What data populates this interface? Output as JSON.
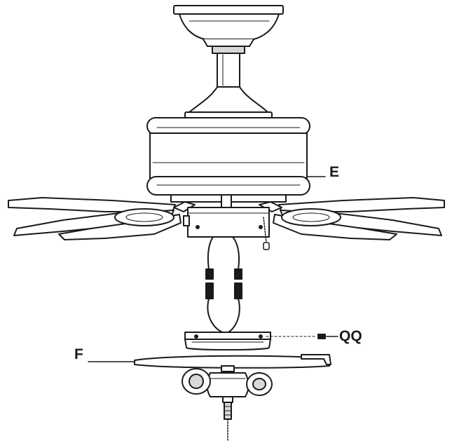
{
  "callouts": {
    "fan_housing": "E",
    "screw": "QQ",
    "light_kit_plate": "F"
  },
  "colors": {
    "ink": "#1a1a1a",
    "fill": "#ffffff",
    "shade": "#d8d8d8"
  }
}
